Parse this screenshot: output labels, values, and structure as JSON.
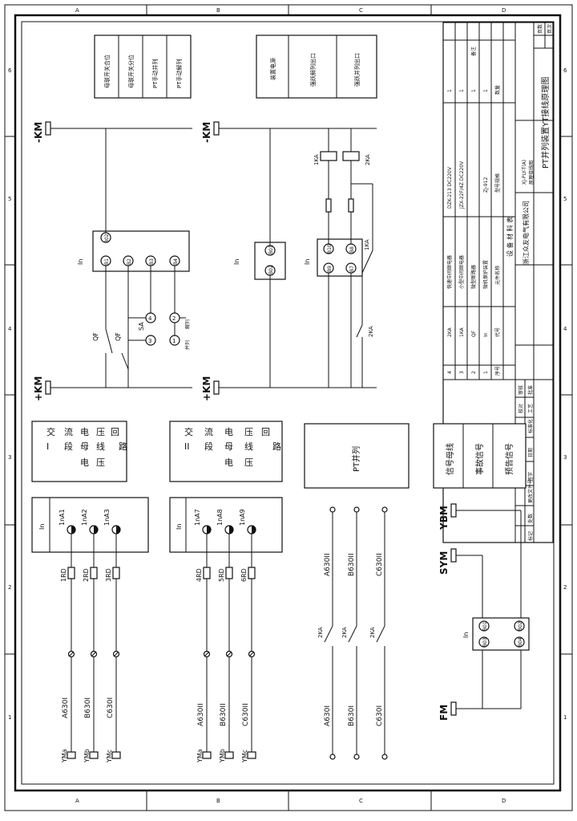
{
  "border": {
    "top_letters": [
      "A",
      "B",
      "C",
      "D"
    ],
    "right_numbers": [
      "6",
      "5",
      "4",
      "3",
      "2",
      "1"
    ]
  },
  "top_boxes": {
    "left": [
      "母联开关合位",
      "母联开关分位",
      "PT手动并列",
      "PT手动解列"
    ],
    "right": [
      "装置电源",
      "强跃解列出口",
      "强跃并列出口"
    ]
  },
  "dc": {
    "minus_km": "-KM",
    "plus_km": "+KM",
    "in_label": "In",
    "qf": "QF",
    "qf_contact": "QF",
    "sa": "SA",
    "sa_labels": [
      "解列",
      "并列"
    ],
    "left_pins_top": "B02",
    "left_pins": [
      "B1",
      "B2",
      "B3",
      "B4"
    ],
    "side_pins": [
      "4",
      "2",
      "3",
      "1"
    ],
    "right_pins": [
      "B01",
      "B02"
    ],
    "relay_pins": [
      "B10",
      "B8",
      "B9",
      "B7"
    ],
    "ka_label": "1KA",
    "ka2_label": "2KA",
    "ka_side": "1KA",
    "ka_bottom": "2KA"
  },
  "title_block": {
    "title": "PT并列装置YT接线原理图",
    "company": "浙江众友电气有限公司",
    "drawing_no": "XJ-PLY-T(A)",
    "drawing_type": "原理接线图",
    "rows": [
      {
        "no": "4",
        "code": "2KA",
        "name": "快速中间继电器",
        "model": "DZK-213 DC220V",
        "qty": "1"
      },
      {
        "no": "3",
        "code": "1KA",
        "name": "小型中间继电器",
        "model": "JZX-22F/4Z DC220V",
        "qty": "1"
      },
      {
        "no": "2",
        "code": "QF",
        "name": "微型断路器",
        "model": "",
        "qty": "1"
      },
      {
        "no": "1",
        "code": "In",
        "name": "微机保护装置",
        "model": "ZJ-912",
        "qty": "1"
      },
      {
        "no": "序号",
        "code": "代号",
        "name": "元件名称",
        "model": "型号规格",
        "qty": "数量"
      }
    ],
    "table_title": "设 备 材 料 表",
    "remark": "备注",
    "small_cells": [
      "标记",
      "处数",
      "更改文件号",
      "签字",
      "日期",
      "设计",
      "校对",
      "审核",
      "标准化",
      "工艺",
      "批准"
    ],
    "corner": [
      "页数",
      "页次"
    ]
  },
  "ac": {
    "header1": [
      "交",
      "流",
      "电",
      "压",
      "回",
      "路",
      "I",
      "段",
      "母",
      "线",
      "电",
      "压"
    ],
    "header2": [
      "交",
      "流",
      "电",
      "压",
      "回",
      "路",
      "II",
      "段",
      "母",
      "线",
      "电",
      "压"
    ],
    "in_label": "In",
    "group1_terms": [
      "1nA1",
      "1nA2",
      "1nA3"
    ],
    "group2_terms": [
      "1nA7",
      "1nA8",
      "1nA9"
    ],
    "fuses1": [
      "1RD",
      "2RD",
      "3RD"
    ],
    "fuses2": [
      "4RD",
      "5RD",
      "6RD"
    ],
    "wires1": [
      "A630I",
      "B630I",
      "C630I"
    ],
    "wires2": [
      "A630II",
      "B630II",
      "C630II"
    ],
    "bus1": [
      "YMa",
      "YMb",
      "YMc"
    ],
    "bus2": [
      "YMa",
      "YMb",
      "YMc"
    ],
    "pt_box": "PT并列",
    "pt_top_wires": [
      "A630II",
      "B630II",
      "C630II"
    ],
    "pt_bottom_wires": [
      "A630I",
      "B630I",
      "C630I"
    ],
    "pt_ka": [
      "2KA",
      "2KA",
      "2KA"
    ]
  },
  "signal": {
    "labels": [
      "信号母线",
      "事故信号",
      "预告信号"
    ],
    "buses": [
      "YBM",
      "SYM",
      "FM"
    ],
    "in_label": "In",
    "pins": [
      "B01",
      "B02",
      "B03",
      "B04"
    ]
  }
}
